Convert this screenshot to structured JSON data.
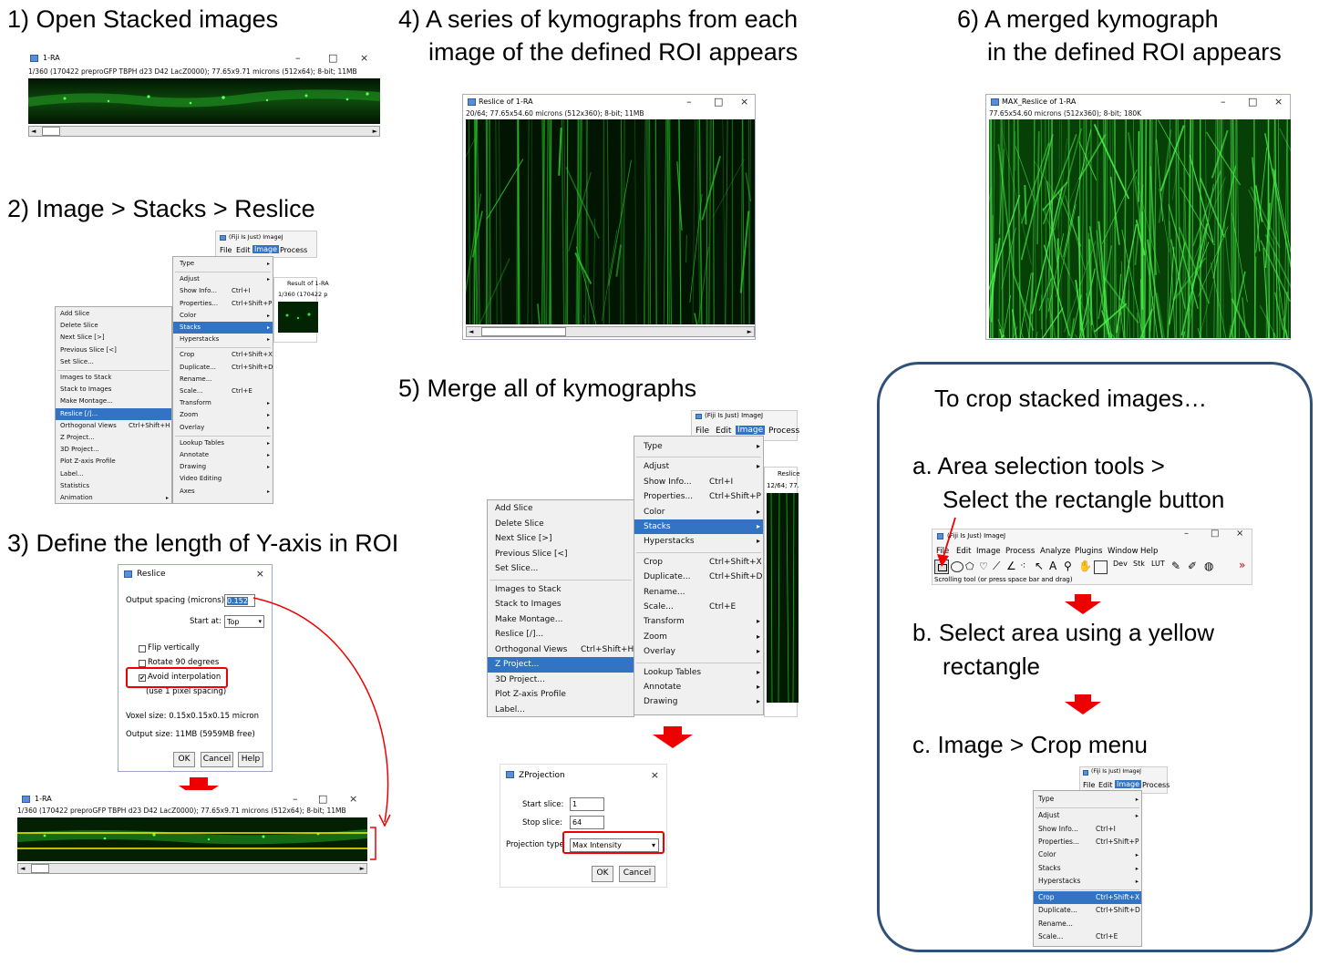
{
  "steps": {
    "s1": "1) Open Stacked images",
    "s2": "2) Image > Stacks > Reslice",
    "s3": "3) Define the length of Y-axis in ROI",
    "s4a": "4) A series of kymographs from each",
    "s4b": "image of the defined ROI appears",
    "s5": "5) Merge all of kymographs",
    "s6a": "6) A merged kymograph",
    "s6b": "in the defined ROI appears"
  },
  "win1": {
    "title": "1-RA",
    "info": "1/360 (170422 preproGFP TBPH d23 D42 LacZ0000); 77.65x9.71 microns (512x64); 8-bit; 11MB"
  },
  "reslice_win": {
    "title": "Reslice of 1-RA",
    "info": "20/64; 77.65x54.60 microns (512x360); 8-bit; 11MB"
  },
  "max_win": {
    "title": "MAX_Reslice of 1-RA",
    "info": "77.65x54.60 microns (512x360); 8-bit; 180K"
  },
  "window_controls": {
    "min": "–",
    "max": "□",
    "close": "×"
  },
  "scroll": {
    "left": "◄",
    "right": "►"
  },
  "fiji": {
    "title": "(Fiji Is Just) ImageJ",
    "menus": [
      "File",
      "Edit",
      "Image",
      "Process",
      "Analyze",
      "Plugins",
      "Window",
      "Help"
    ],
    "status": "Scrolling tool (or press space bar and drag)",
    "result_title": "Result of 1-RA",
    "result_info": "1/360 (170422 p",
    "reslice_small": "Reslice",
    "reslice_small_info": "12/64; 77."
  },
  "image_menu": [
    {
      "label": "Type",
      "arrow": true
    },
    {
      "label": "Adjust",
      "arrow": true
    },
    {
      "label": "Show Info...",
      "shortcut": "Ctrl+I"
    },
    {
      "label": "Properties...",
      "shortcut": "Ctrl+Shift+P"
    },
    {
      "label": "Color",
      "arrow": true
    },
    {
      "label": "Stacks",
      "arrow": true
    },
    {
      "label": "Hyperstacks",
      "arrow": true
    },
    {
      "label": "Crop",
      "shortcut": "Ctrl+Shift+X"
    },
    {
      "label": "Duplicate...",
      "shortcut": "Ctrl+Shift+D"
    },
    {
      "label": "Rename..."
    },
    {
      "label": "Scale...",
      "shortcut": "Ctrl+E"
    },
    {
      "label": "Transform",
      "arrow": true
    },
    {
      "label": "Zoom",
      "arrow": true
    },
    {
      "label": "Overlay",
      "arrow": true
    },
    {
      "label": "Lookup Tables",
      "arrow": true
    },
    {
      "label": "Annotate",
      "arrow": true
    },
    {
      "label": "Drawing",
      "arrow": true
    },
    {
      "label": "Video Editing"
    },
    {
      "label": "Axes",
      "arrow": true
    }
  ],
  "stacks_menu": [
    {
      "label": "Add Slice"
    },
    {
      "label": "Delete Slice"
    },
    {
      "label": "Next Slice [>]"
    },
    {
      "label": "Previous Slice [<]"
    },
    {
      "label": "Set Slice..."
    },
    {
      "label": "Images to Stack"
    },
    {
      "label": "Stack to Images"
    },
    {
      "label": "Make Montage..."
    },
    {
      "label": "Reslice [/]..."
    },
    {
      "label": "Orthogonal Views",
      "shortcut": "Ctrl+Shift+H"
    },
    {
      "label": "Z Project..."
    },
    {
      "label": "3D Project..."
    },
    {
      "label": "Plot Z-axis Profile"
    },
    {
      "label": "Label..."
    },
    {
      "label": "Statistics"
    },
    {
      "label": "Animation",
      "arrow": true
    }
  ],
  "reslice_dialog": {
    "title": "Reslice",
    "output_spacing_label": "Output spacing (microns):",
    "output_spacing_value": "0.152",
    "start_at_label": "Start at:",
    "start_at_value": "Top",
    "flip": "Flip vertically",
    "rotate": "Rotate 90 degrees",
    "avoid": "Avoid interpolation",
    "avoid_note": "(use 1 pixel spacing)",
    "voxel": "Voxel size: 0.15x0.15x0.15 micron",
    "output_size": "Output size: 11MB (5959MB free)",
    "ok": "OK",
    "cancel": "Cancel",
    "help": "Help",
    "check_mark": "✔"
  },
  "zproj": {
    "title": "ZProjection",
    "start_label": "Start slice:",
    "start_value": "1",
    "stop_label": "Stop slice:",
    "stop_value": "64",
    "type_label": "Projection type",
    "type_value": "Max Intensity",
    "ok": "OK",
    "cancel": "Cancel"
  },
  "crop": {
    "title": "To crop stacked images…",
    "a1": "a. Area selection tools >",
    "a2": "Select the rectangle button",
    "b1": "b. Select area using a yellow",
    "b2": "rectangle",
    "c": "c. Image > Crop menu",
    "toolbar_more": "»"
  },
  "colors": {
    "kymo_green": "#26c826",
    "selection": "#3373c4",
    "highlight_red": "#e00000",
    "roi_yellow": "#ffee00",
    "frame_blue": "#2f5077"
  }
}
